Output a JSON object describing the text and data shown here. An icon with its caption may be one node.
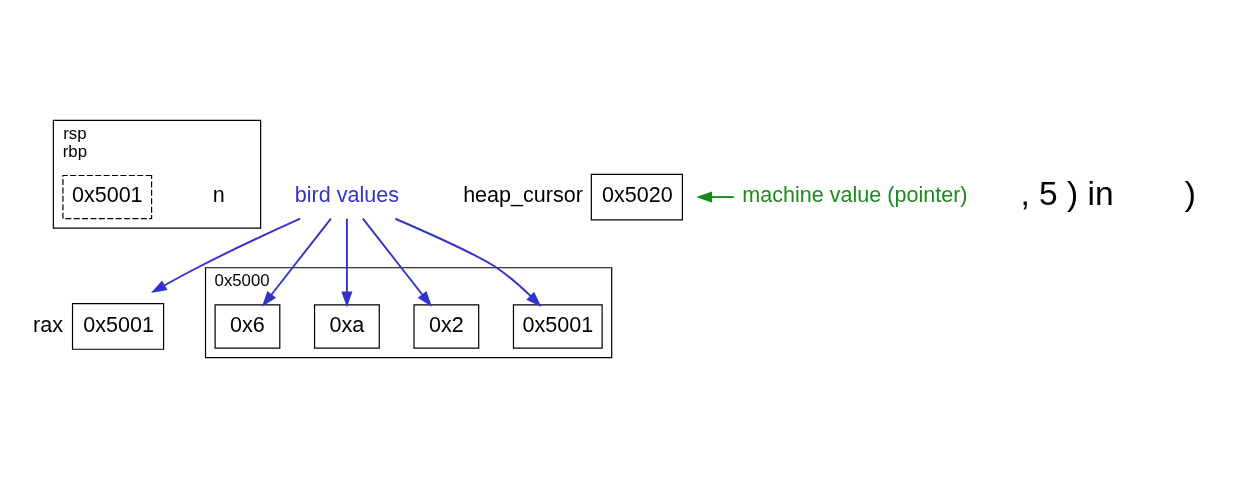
{
  "diagram": {
    "nodes": [
      {
        "text": [],
        "shape": "box",
        "beside": [
          "rsp",
          "rbp"
        ]
      },
      {
        "text": [
          "0x5001"
        ],
        "in": 0,
        "beside": [
          "n"
        ]
      },
      {
        "text": [
          "0x5001"
        ],
        "beside": [
          "rax"
        ]
      },
      {
        "text": [
          "0x5020"
        ],
        "beside": [
          "heap_cursor"
        ]
      },
      {
        "text": [
          "machine value (pointer)"
        ]
      },
      {
        "text": [],
        "shape": "box",
        "beside": [
          "0x5000"
        ]
      },
      {
        "text": [
          "0x6"
        ],
        "in": 5
      },
      {
        "text": [
          "0xa"
        ],
        "in": 5
      },
      {
        "text": [
          "0x2"
        ],
        "in": 5
      },
      {
        "text": [
          "0x5001"
        ],
        "in": 5
      },
      {
        "text": [
          "bird values"
        ]
      }
    ],
    "edges": [
      {
        "from": 4,
        "to": 3,
        "arrow": "to",
        "color": "#1a8a1a"
      },
      {
        "from": 10,
        "to": 2,
        "arrow": "to",
        "color": "#3333cc"
      },
      {
        "from": 10,
        "to": 6,
        "arrow": "to",
        "color": "#3333cc"
      },
      {
        "from": 10,
        "to": 7,
        "arrow": "to",
        "color": "#3333cc"
      },
      {
        "from": 10,
        "to": 8,
        "arrow": "to",
        "color": "#3333cc"
      },
      {
        "from": 10,
        "to": 9,
        "arrow": "to",
        "color": "#3333cc"
      }
    ],
    "labels": [
      ", 5 ) in",
      ")"
    ]
  }
}
